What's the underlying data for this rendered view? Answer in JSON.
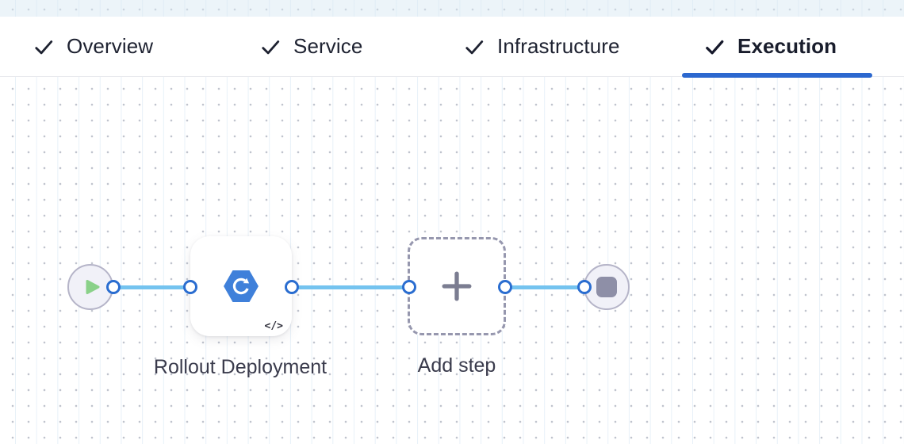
{
  "tabs": {
    "items": [
      {
        "label": "Overview",
        "checked": true,
        "active": false
      },
      {
        "label": "Service",
        "checked": true,
        "active": false
      },
      {
        "label": "Infrastructure",
        "checked": true,
        "active": false
      },
      {
        "label": "Execution",
        "checked": true,
        "active": true
      }
    ]
  },
  "flow": {
    "steps": [
      {
        "label": "Rollout Deployment",
        "icon": "rollout-deployment-icon",
        "code_badge": "</>"
      }
    ],
    "add_step_label": "Add step",
    "start_icon": "play-icon",
    "end_icon": "stop-icon"
  },
  "colors": {
    "accent_blue": "#2c68cf",
    "connector_blue": "#74c3ef",
    "port_blue": "#2a6dd0",
    "node_fill": "#f1f1f8",
    "node_border": "#b5b4c8",
    "play_green": "#8ad189",
    "stop_gray": "#8e8fa7",
    "step_icon_blue": "#3f80da",
    "dash_gray": "#9697ae",
    "label_text": "#3a3b4c",
    "tab_text": "#1e2231",
    "grid_dot": "#c0c4ce"
  }
}
